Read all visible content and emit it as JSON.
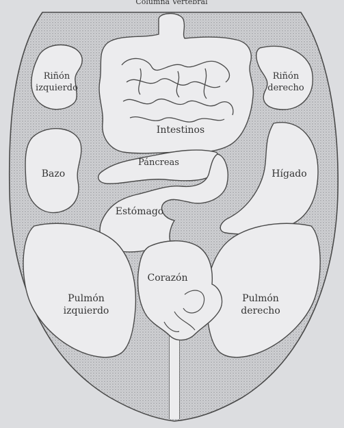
{
  "diagram": {
    "top_caption": "Columna Vertebral",
    "labels": {
      "rinon_izq_1": "Riñón",
      "rinon_izq_2": "izquierdo",
      "rinon_der_1": "Riñón",
      "rinon_der_2": "derecho",
      "intestinos": "Intestinos",
      "pancreas": "Páncreas",
      "bazo": "Bazo",
      "higado": "Hígado",
      "estomago": "Estómago",
      "corazon": "Corazón",
      "pulmon_izq_1": "Pulmón",
      "pulmon_izq_2": "izquierdo",
      "pulmon_der_1": "Pulmón",
      "pulmon_der_2": "derecho"
    }
  },
  "colors": {
    "background": "#dcdde0",
    "body_fill": "#c9cacd",
    "organ_fill": "#ececee",
    "outline": "#4a4a4a",
    "text": "#333333"
  }
}
